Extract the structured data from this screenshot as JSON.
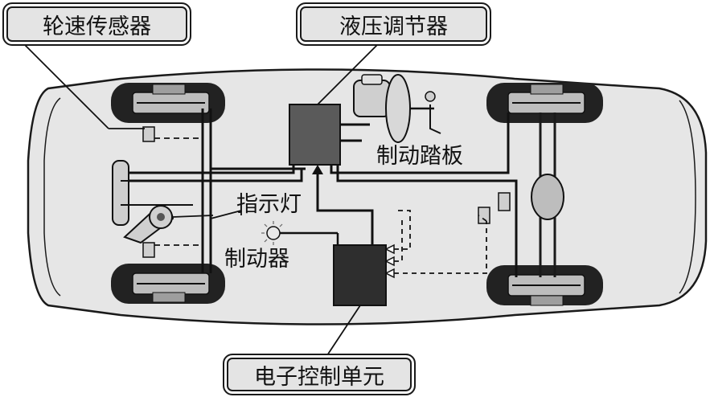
{
  "labels": {
    "wheel_speed_sensor": "轮速传感器",
    "hydraulic_regulator": "液压调节器",
    "brake_pedal": "制动踏板",
    "indicator_light": "指示灯",
    "brake": "制动器",
    "ecu": "电子控制单元"
  },
  "colors": {
    "car_body": "#e6e6e6",
    "outline": "#1a1a1a",
    "tire": "#222222",
    "hydraulic_unit": "#5a5a5a",
    "ecu_box": "#2e2e2e",
    "callout_fill": "#e4e4e4"
  }
}
